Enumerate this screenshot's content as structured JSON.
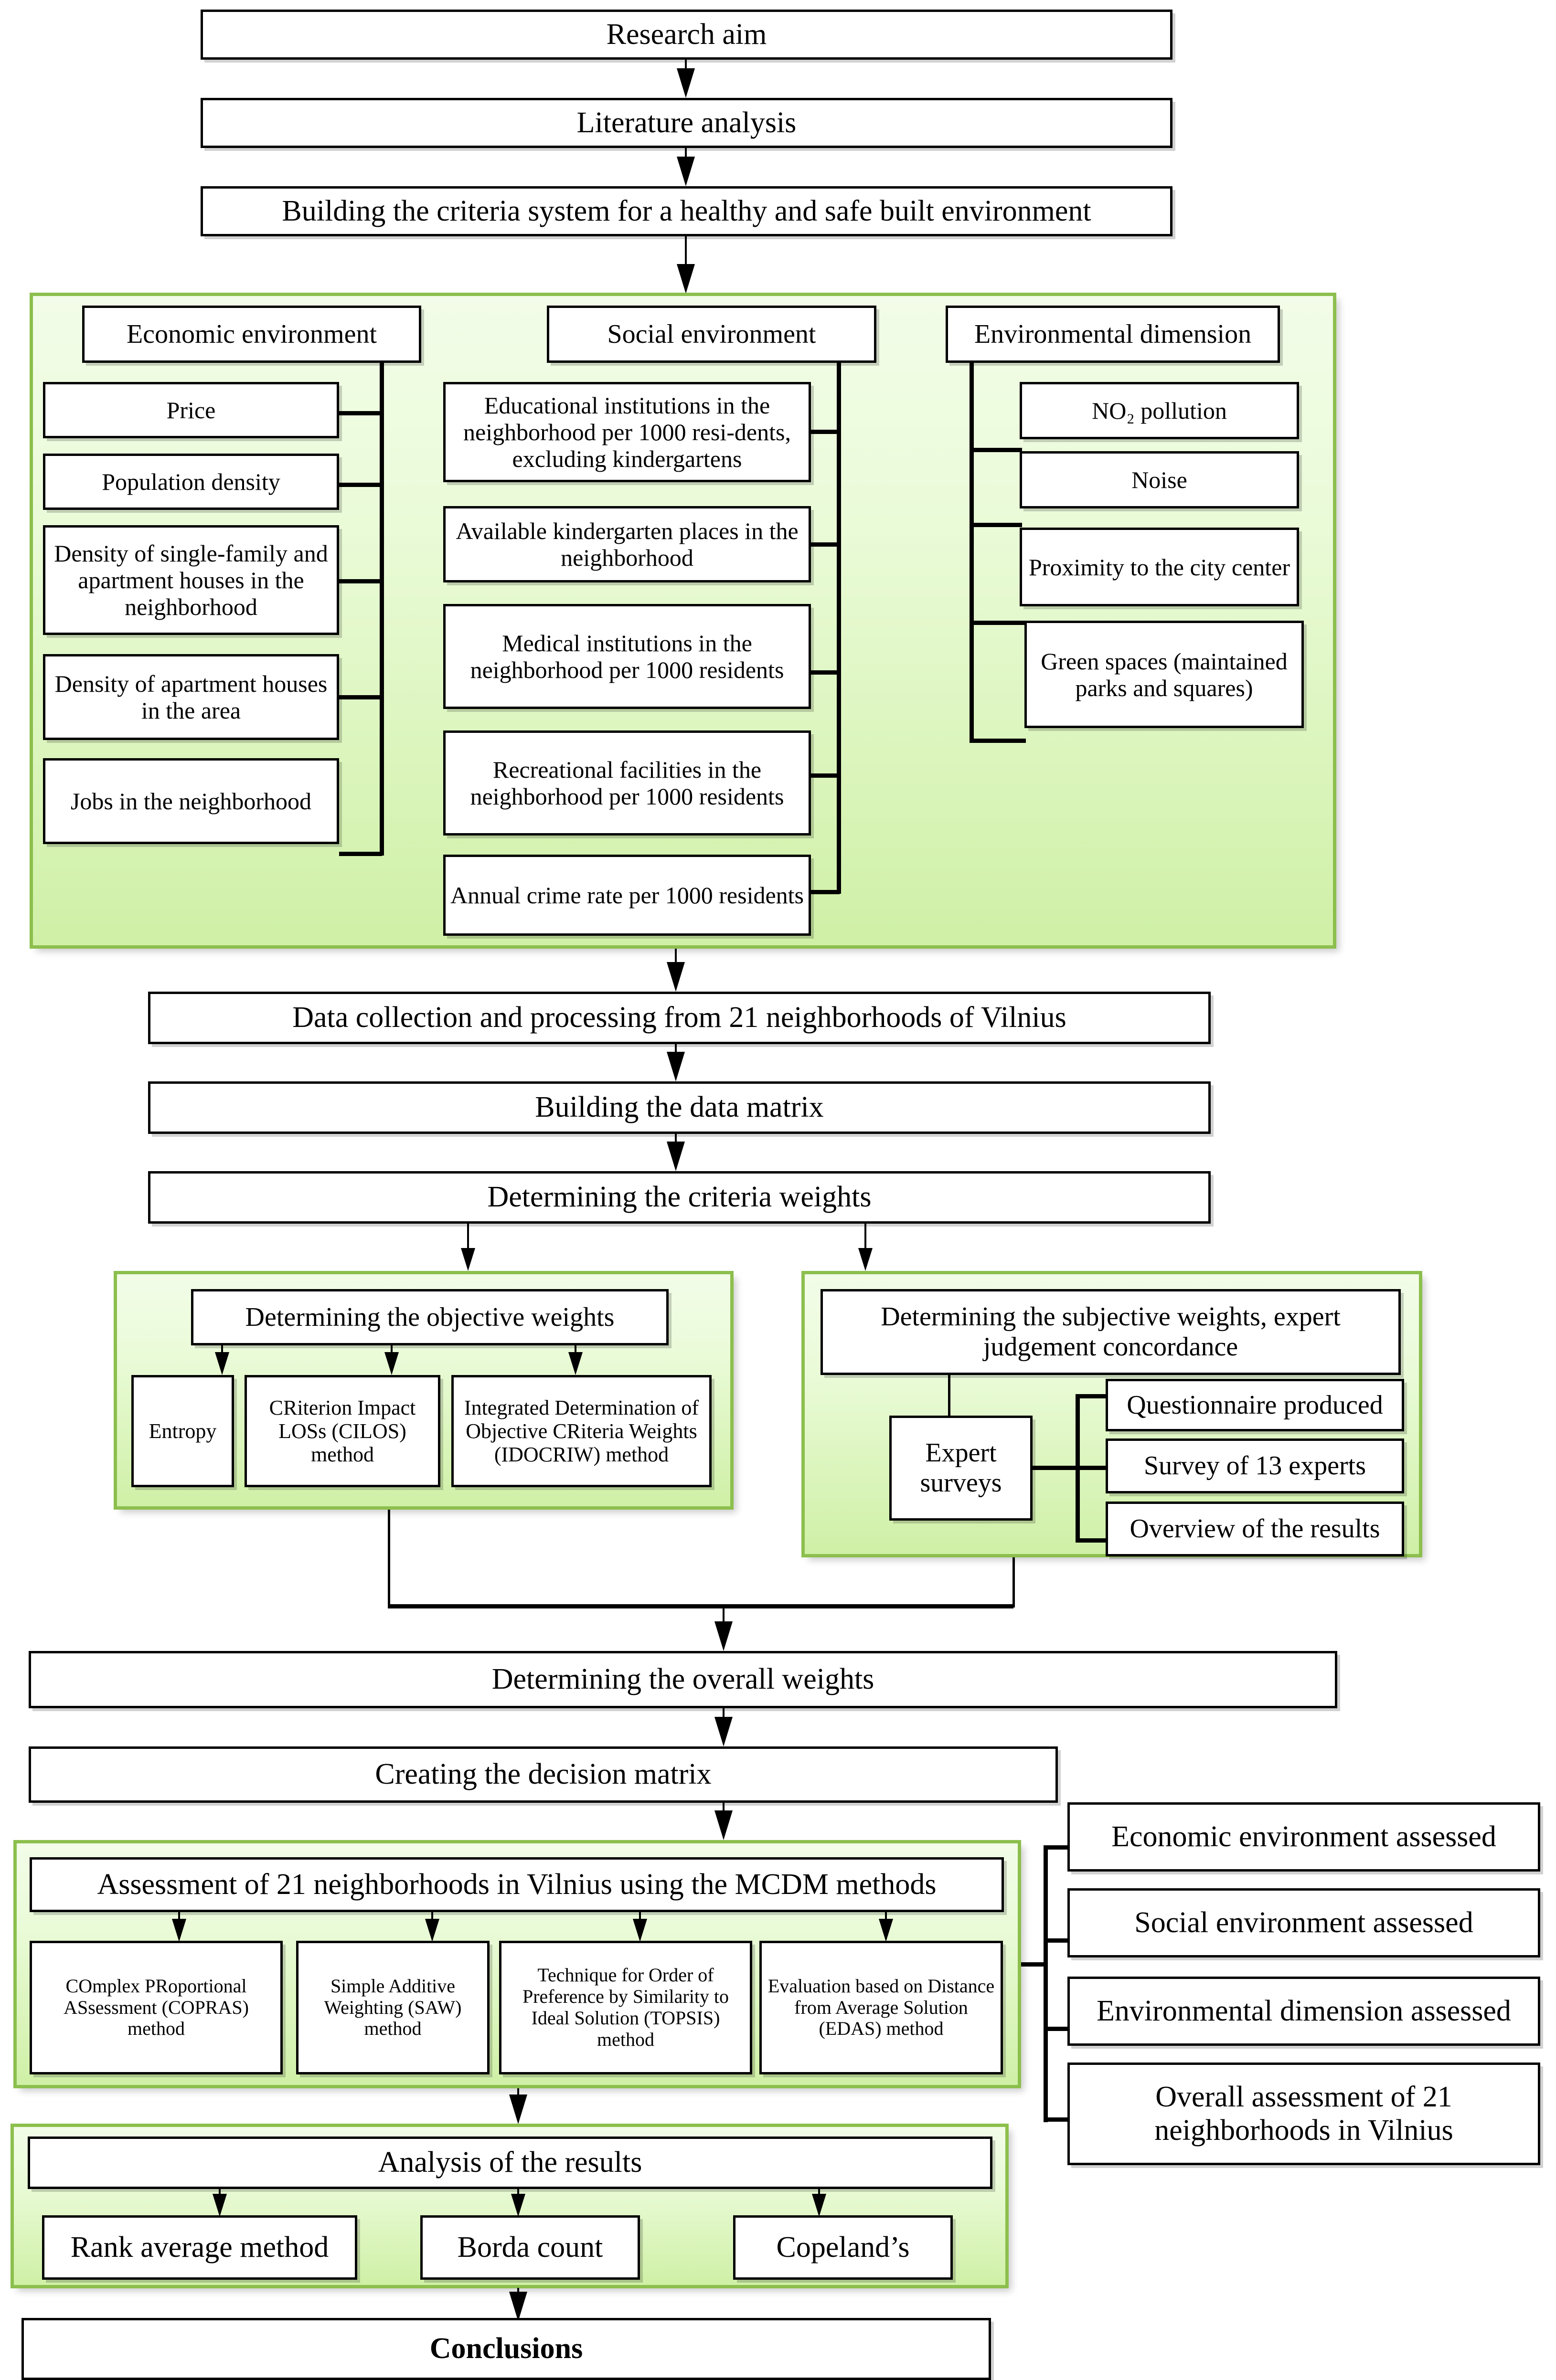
{
  "flow": {
    "top_steps": [
      {
        "id": "research-aim",
        "label": "Research aim"
      },
      {
        "id": "literature-analysis",
        "label": "Literature analysis"
      },
      {
        "id": "criteria-system",
        "label": "Building the criteria system for a healthy and safe built environment"
      }
    ],
    "criteria_panel": {
      "groups": [
        {
          "id": "economic-environment",
          "title": "Economic environment",
          "criteria": [
            "Price",
            "Population density",
            "Density of single-family and apartment houses in the neighborhood",
            "Density of apartment houses in the area",
            "Jobs in the neighborhood"
          ]
        },
        {
          "id": "social-environment",
          "title": "Social environment",
          "criteria": [
            "Educational institutions in the neighborhood per 1000 resi-dents, excluding kindergartens",
            "Available kindergarten places in the neighborhood",
            "Medical institutions in the neighborhood per 1000 residents",
            "Recreational facilities in the neighborhood per 1000 residents",
            "Annual crime rate per 1000 residents"
          ]
        },
        {
          "id": "environmental-dimension",
          "title": "Environmental dimension",
          "criteria": [
            "NO₂ pollution",
            "Noise",
            "Proximity to the city center",
            "Green spaces (maintained parks and squares)"
          ]
        }
      ]
    },
    "mid_steps": [
      {
        "id": "data-collection",
        "label": "Data collection and processing from 21 neighborhoods of Vilnius"
      },
      {
        "id": "data-matrix",
        "label": "Building the data matrix"
      },
      {
        "id": "criteria-weights",
        "label": "Determining the criteria weights"
      }
    ],
    "objective_weights_panel": {
      "id": "objective-weights",
      "title": "Determining the objective weights",
      "methods": [
        "Entropy",
        "CRiterion Impact LOSs (CILOS) method",
        "Integrated Determination of Objective CRiteria Weights (IDOCRIW) method"
      ]
    },
    "subjective_weights_panel": {
      "id": "subjective-weights",
      "title": "Determining the subjective weights, expert judgement concordance",
      "expert_surveys_label": "Expert surveys",
      "survey_steps": [
        "Questionnaire produced",
        "Survey of 13 experts",
        "Overview of the results"
      ]
    },
    "lower_steps": [
      {
        "id": "overall-weights",
        "label": "Determining the overall weights"
      },
      {
        "id": "decision-matrix",
        "label": "Creating the decision matrix"
      }
    ],
    "mcdm_panel": {
      "id": "mcdm-assessment",
      "title": "Assessment of 21 neighborhoods in Vilnius using the MCDM methods",
      "methods": [
        "COmplex PRoportional ASsessment (COPRAS) method",
        "Simple Additive Weighting (SAW) method",
        "Technique for Order of Preference by Similarity to Ideal Solution (TOPSIS) method",
        "Evaluation based on Distance from Average Solution (EDAS) method"
      ]
    },
    "assessment_outputs": [
      "Economic environment assessed",
      "Social environment assessed",
      "Environmental dimension assessed",
      "Overall assessment of 21 neighborhoods in Vilnius"
    ],
    "analysis_panel": {
      "id": "analysis-of-results",
      "title": "Analysis of the results",
      "methods": [
        "Rank average method",
        "Borda count",
        "Copeland’s"
      ]
    },
    "conclusions": {
      "id": "conclusions",
      "label": "Conclusions"
    }
  },
  "colors": {
    "panel_border": "#8cbf4d",
    "panel_fill_top": "#f2fce8",
    "panel_fill_bottom": "#cff0a6",
    "box_border": "#000000",
    "box_fill": "#ffffff"
  }
}
